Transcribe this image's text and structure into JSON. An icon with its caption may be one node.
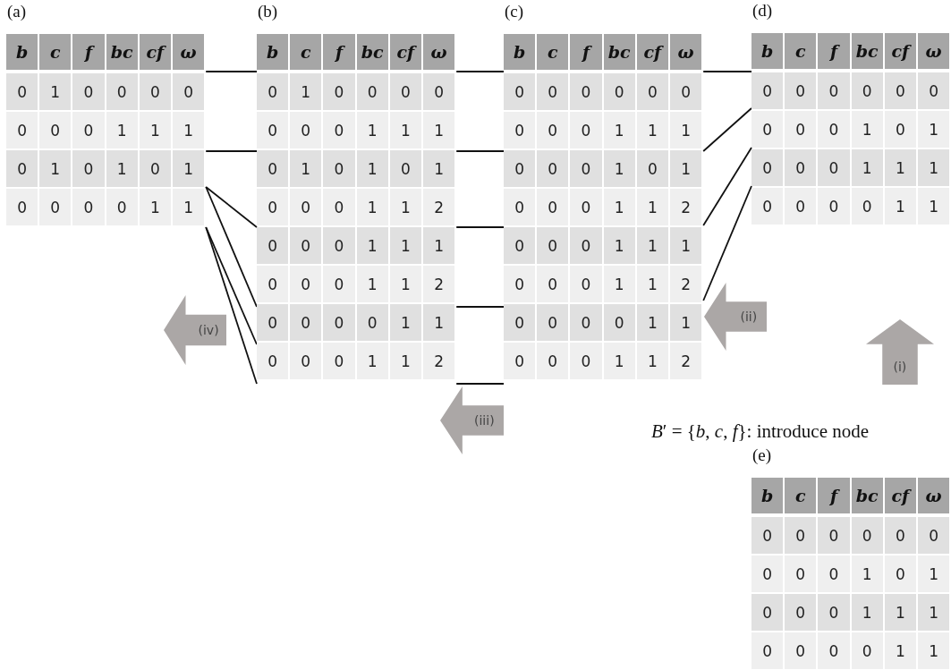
{
  "diagram": {
    "nodes": [
      {
        "text": [
          "(a)",
          "b",
          "c",
          "f",
          "bc",
          "cf",
          "ω",
          "0",
          "1",
          "0",
          "0",
          "0",
          "0",
          "0",
          "0",
          "0",
          "1",
          "1",
          "1",
          "0",
          "1",
          "0",
          "1",
          "0",
          "1",
          "0",
          "0",
          "0",
          "0",
          "1",
          "1"
        ]
      },
      {
        "text": [
          "(b)",
          "b",
          "c",
          "f",
          "bc",
          "cf",
          "ω",
          "0",
          "1",
          "0",
          "0",
          "0",
          "0",
          "0",
          "0",
          "0",
          "1",
          "1",
          "1",
          "0",
          "1",
          "0",
          "1",
          "0",
          "1",
          "0",
          "0",
          "0",
          "1",
          "1",
          "2",
          "0",
          "0",
          "0",
          "1",
          "1",
          "1",
          "0",
          "0",
          "0",
          "1",
          "1",
          "2",
          "0",
          "0",
          "0",
          "0",
          "1",
          "1",
          "0",
          "0",
          "0",
          "1",
          "1",
          "2"
        ]
      },
      {
        "text": [
          "(c)",
          "b",
          "c",
          "f",
          "bc",
          "cf",
          "ω",
          "0",
          "0",
          "0",
          "0",
          "0",
          "0",
          "0",
          "0",
          "0",
          "1",
          "1",
          "1",
          "0",
          "0",
          "0",
          "1",
          "0",
          "1",
          "0",
          "0",
          "0",
          "1",
          "1",
          "2",
          "0",
          "0",
          "0",
          "1",
          "1",
          "1",
          "0",
          "0",
          "0",
          "1",
          "1",
          "2",
          "0",
          "0",
          "0",
          "0",
          "1",
          "1",
          "0",
          "0",
          "0",
          "1",
          "1",
          "2"
        ]
      },
      {
        "text": [
          "(d)",
          "b",
          "c",
          "f",
          "bc",
          "cf",
          "ω",
          "0",
          "0",
          "0",
          "0",
          "0",
          "0",
          "0",
          "0",
          "0",
          "1",
          "0",
          "1",
          "0",
          "0",
          "0",
          "1",
          "1",
          "1",
          "0",
          "0",
          "0",
          "0",
          "1",
          "1"
        ]
      },
      {
        "text": [
          "(iv)"
        ]
      },
      {
        "text": [
          "(iii)"
        ]
      },
      {
        "text": [
          "(ii)"
        ]
      },
      {
        "text": [
          "(i)"
        ]
      },
      {
        "text": [
          "(e)",
          "b",
          "c",
          "f",
          "bc",
          "cf",
          "ω",
          "0",
          "0",
          "0",
          "0",
          "0",
          "0",
          "0",
          "0",
          "0",
          "1",
          "0",
          "1",
          "0",
          "0",
          "0",
          "1",
          "1",
          "1",
          "0",
          "0",
          "0",
          "0",
          "1",
          "1"
        ]
      }
    ],
    "edges": [
      {
        "from": 0,
        "to": 1,
        "arrow": "none"
      },
      {
        "from": 0,
        "to": 1,
        "arrow": "none"
      },
      {
        "from": 0,
        "to": 1,
        "arrow": "none"
      },
      {
        "from": 0,
        "to": 1,
        "arrow": "none"
      },
      {
        "from": 0,
        "to": 1,
        "arrow": "none"
      },
      {
        "from": 0,
        "to": 1,
        "arrow": "none"
      },
      {
        "from": 1,
        "to": 2,
        "arrow": "none"
      },
      {
        "from": 1,
        "to": 2,
        "arrow": "none"
      },
      {
        "from": 1,
        "to": 2,
        "arrow": "none"
      },
      {
        "from": 1,
        "to": 2,
        "arrow": "none"
      },
      {
        "from": 1,
        "to": 2,
        "arrow": "none"
      },
      {
        "from": 2,
        "to": 3,
        "arrow": "none"
      },
      {
        "from": 2,
        "to": 3,
        "arrow": "none"
      },
      {
        "from": 2,
        "to": 3,
        "arrow": "none"
      },
      {
        "from": 2,
        "to": 3,
        "arrow": "none"
      }
    ],
    "labels": [
      "*B*′ = {*b*, *c*, *f*}: introduce node"
    ]
  }
}
